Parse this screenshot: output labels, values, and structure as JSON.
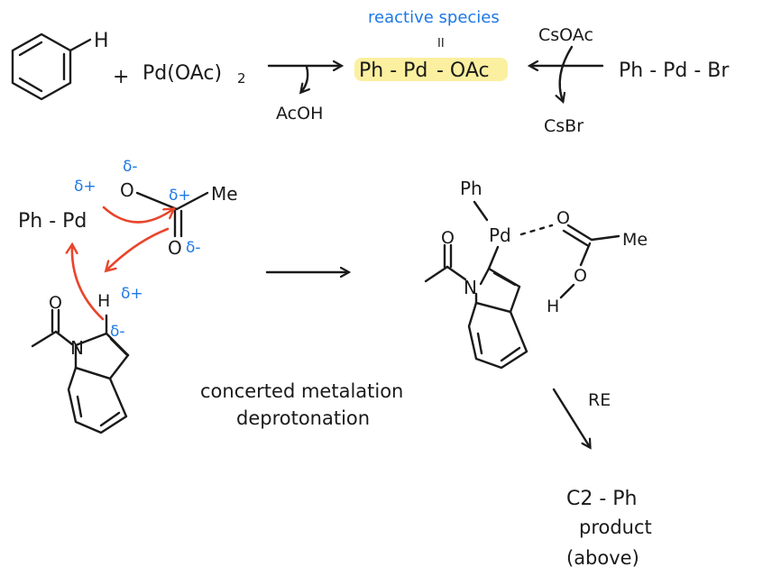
{
  "top": {
    "reactive_species_label": "reactive species",
    "benzene_h": "H",
    "plus": "+",
    "pd_oac2": "Pd(OAc)",
    "pd_oac2_sub": "2",
    "acoh": "AcOH",
    "ph_pd_oac_1": "Ph - Pd",
    "ph_pd_oac_2": "- OAc",
    "oxidation_state": "II",
    "csoac": "CsOAc",
    "csbr": "CsBr",
    "ph_pd_br": "Ph - Pd - Br"
  },
  "ts": {
    "ph_pd": "Ph - Pd",
    "o_top": "O",
    "me": "Me",
    "o_bottom": "O",
    "h": "H",
    "n": "N",
    "o_acetyl": "O",
    "delta_pd": "δ+",
    "delta_o_top": "δ-",
    "delta_c": "δ+",
    "delta_o_bottom": "δ-",
    "delta_h": "δ+",
    "delta_c2": "δ-",
    "caption_line1": "concerted metalation",
    "caption_line2": "deprotonation"
  },
  "product": {
    "ph": "Ph",
    "pd": "Pd",
    "o_top": "O",
    "me": "Me",
    "o": "O",
    "h": "H",
    "n": "N",
    "o_acetyl": "O",
    "re": "RE",
    "final_line1": "C2 - Ph",
    "final_line2": "product",
    "final_line3": "(above)"
  },
  "colors": {
    "ink": "#1a1a1a",
    "blue_text": "#1b78e6",
    "red_arrow": "#e8452c",
    "highlight": "#fbf0a0"
  }
}
